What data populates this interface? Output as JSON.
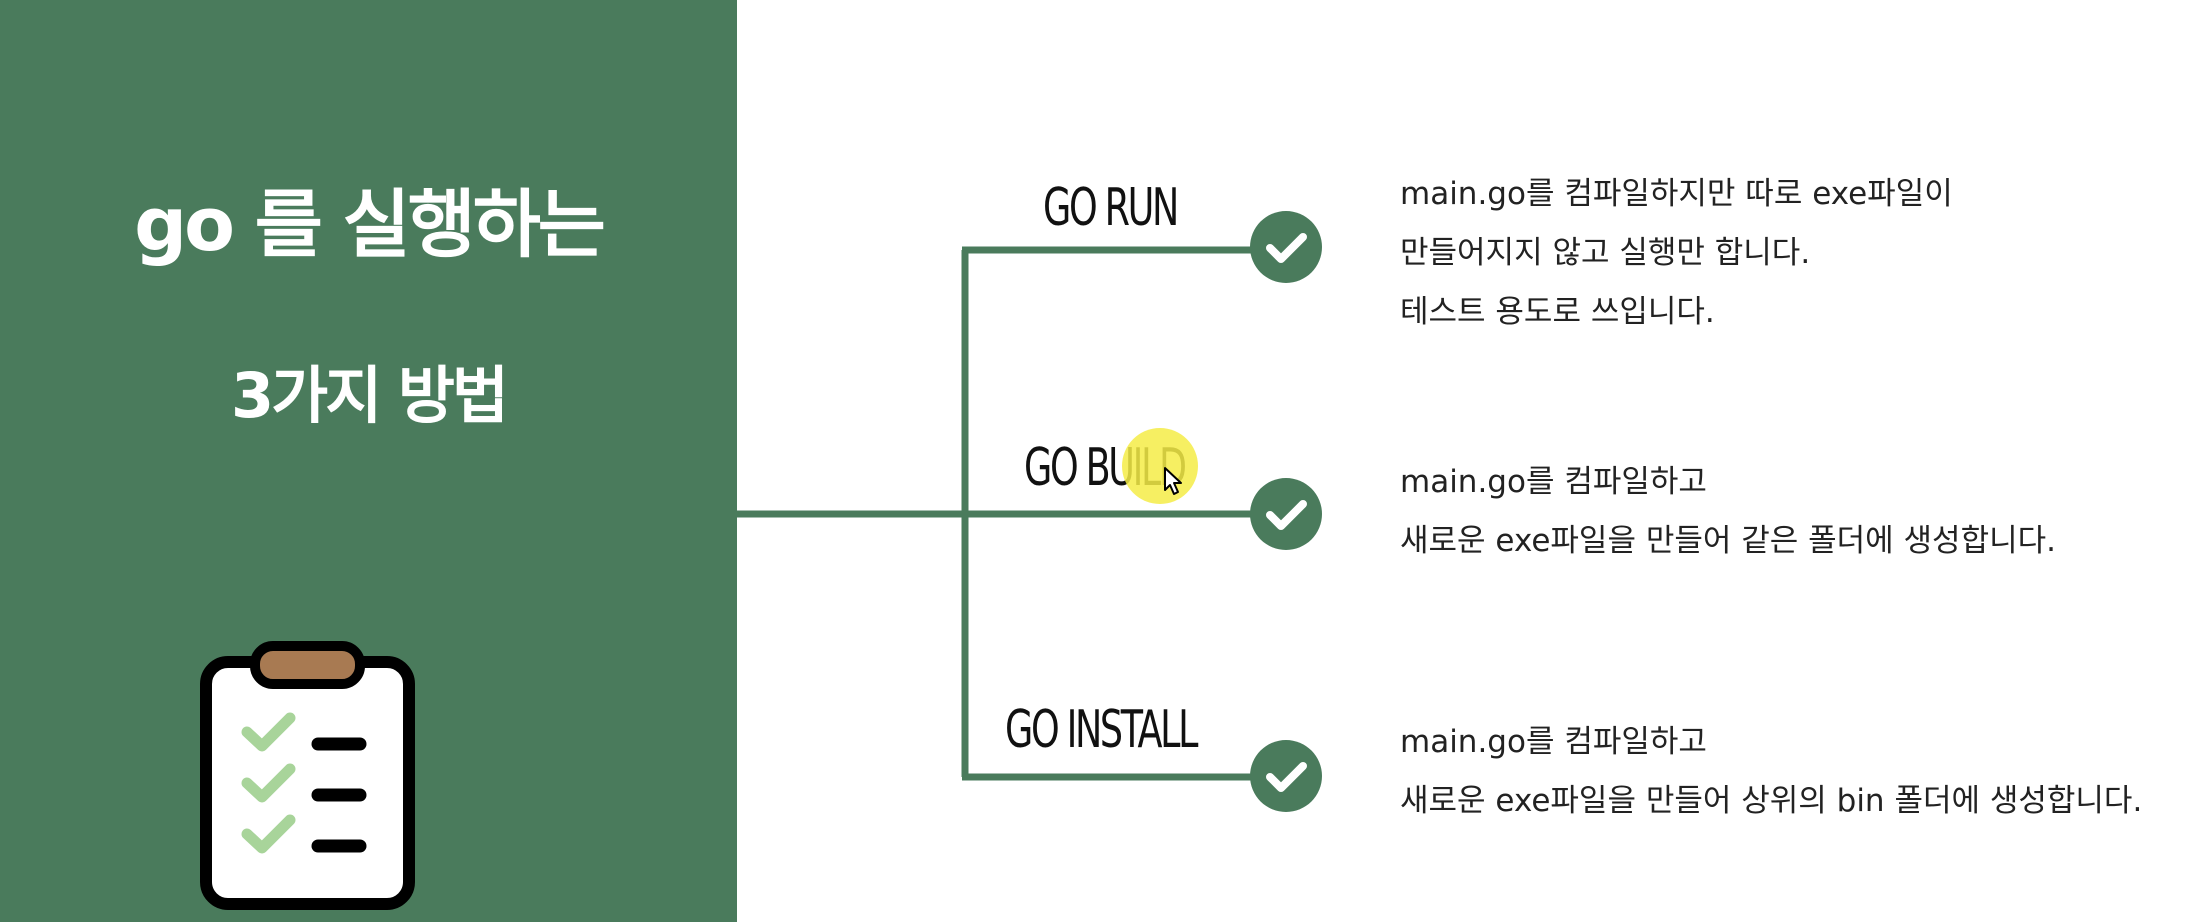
{
  "title": {
    "line1": "go 를 실행하는",
    "line2": "3가지 방법"
  },
  "colors": {
    "panel": "#4a7b5c",
    "accent": "#4a7b5c",
    "clip": "#a87a52",
    "checkmark": "#a8d49a"
  },
  "methods": [
    {
      "label": "GO RUN",
      "icon": "check-circle-icon",
      "lines": [
        "main.go를 컴파일하지만 따로 exe파일이",
        "만들어지지 않고 실행만 합니다.",
        "테스트 용도로 쓰입니다."
      ]
    },
    {
      "label": "GO BUILD",
      "icon": "check-circle-icon",
      "lines": [
        "main.go를 컴파일하고",
        "새로운 exe파일을 만들어 같은 폴더에 생성합니다."
      ]
    },
    {
      "label": "GO INSTALL",
      "icon": "check-circle-icon",
      "lines": [
        "main.go를 컴파일하고",
        "새로운 exe파일을 만들어 상위의 bin 폴더에 생성합니다."
      ]
    }
  ],
  "decoration": {
    "clipboard_icon": "clipboard-checklist-icon",
    "cursor_icon": "mouse-cursor-icon"
  }
}
